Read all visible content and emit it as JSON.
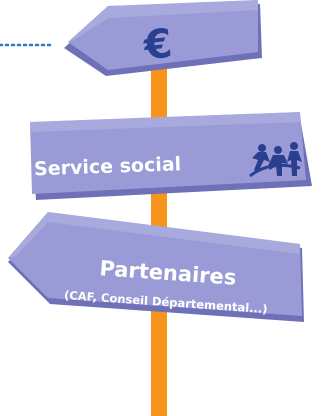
{
  "signs": {
    "top": {
      "icon": "euro-icon",
      "symbol": "€"
    },
    "middle": {
      "label": "Service social",
      "icon": "people-icon"
    },
    "bottom": {
      "label": "Partenaires",
      "sublabel": "(CAF, Conseil Départemental...)"
    }
  },
  "colors": {
    "sign_fill": "#9a9bd6",
    "sign_dark": "#6e70b8",
    "pole": "#f7941d",
    "dots": "#2e7bc4",
    "icon_blue": "#2a3f8f",
    "text": "#ffffff"
  }
}
